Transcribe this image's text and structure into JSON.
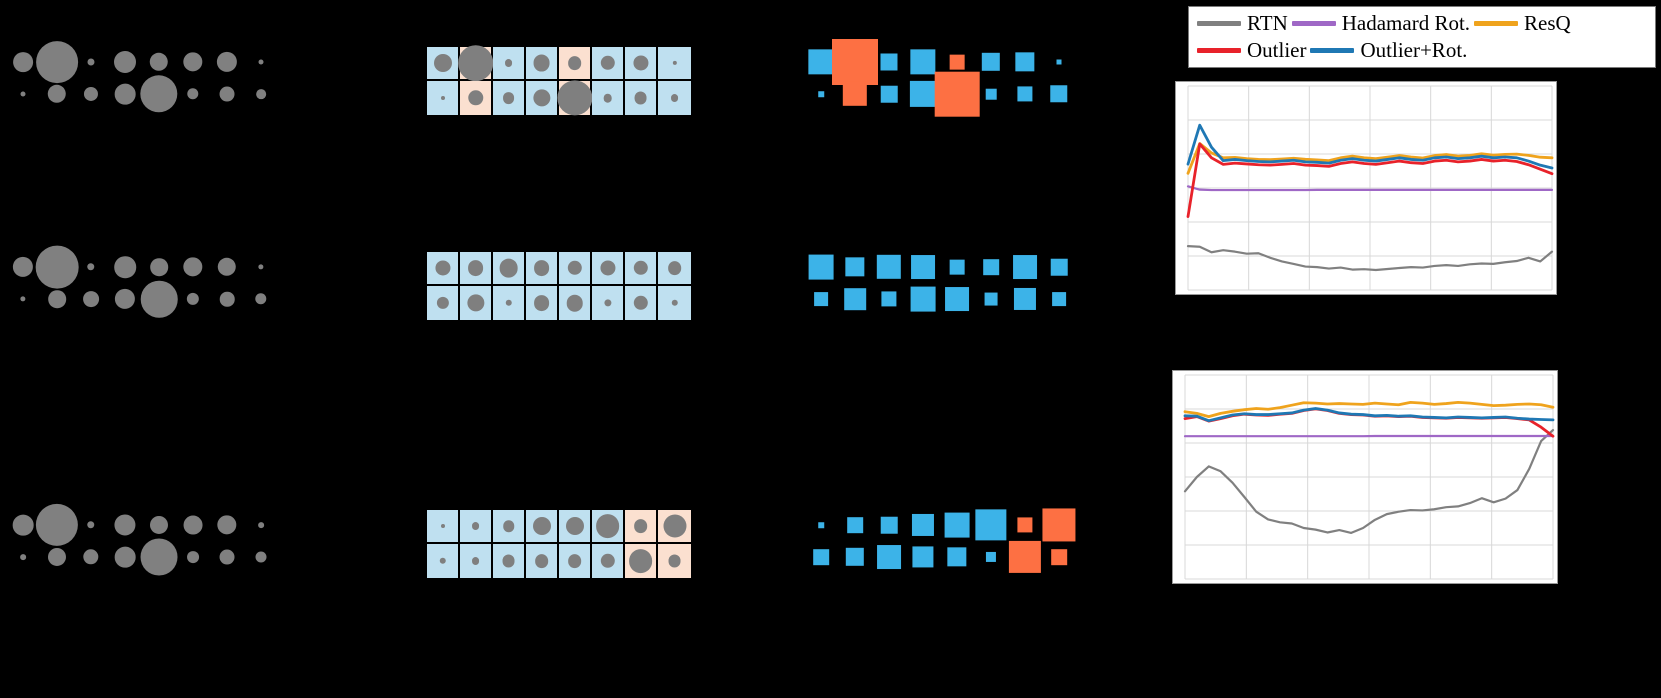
{
  "figure": {
    "background": "#000000",
    "colors": {
      "bubble_grey": "#808080",
      "cell_blue": "#bfe0f0",
      "cell_peach": "#fbe0d0",
      "marker_blue": "#3cb3e8",
      "marker_orange": "#fd7043",
      "rtn": "#808080",
      "hadamard": "#9f68c6",
      "resq": "#efa31d",
      "outlier": "#e8222a",
      "outlier_rot": "#1f78b4",
      "grid": "#d8d8d8",
      "axis": "#9a9a9a"
    }
  },
  "legend": {
    "row1": [
      {
        "label": "RTN",
        "color": "#808080"
      },
      {
        "label": "Hadamard Rot.",
        "color": "#9f68c6"
      },
      {
        "label": "ResQ",
        "color": "#efa31d"
      }
    ],
    "row2": [
      {
        "label": "Outlier",
        "color": "#e8222a"
      },
      {
        "label": "Outlier+Rot.",
        "color": "#1f78b4"
      }
    ]
  },
  "bubble_panels": [
    {
      "name": "bubble-panel-top",
      "rows": [
        [
          0.45,
          0.95,
          0.16,
          0.5,
          0.42,
          0.44,
          0.46,
          0.1
        ],
        [
          0.1,
          0.42,
          0.32,
          0.47,
          0.85,
          0.26,
          0.34,
          0.22
        ]
      ]
    },
    {
      "name": "bubble-panel-middle",
      "rows": [
        [
          0.46,
          0.97,
          0.17,
          0.49,
          0.4,
          0.44,
          0.42,
          0.12
        ],
        [
          0.12,
          0.4,
          0.36,
          0.46,
          0.83,
          0.28,
          0.33,
          0.26
        ]
      ]
    },
    {
      "name": "bubble-panel-bottom",
      "rows": [
        [
          0.47,
          0.96,
          0.17,
          0.48,
          0.41,
          0.43,
          0.44,
          0.13
        ],
        [
          0.13,
          0.41,
          0.35,
          0.47,
          0.84,
          0.27,
          0.34,
          0.25
        ]
      ]
    }
  ],
  "heat_panels": [
    {
      "name": "heat-panel-top",
      "rows": [
        [
          {
            "fill": "#bfe0f0",
            "size": 0.5
          },
          {
            "fill": "#fbe0d0",
            "size": 0.99
          },
          {
            "fill": "#bfe0f0",
            "size": 0.22
          },
          {
            "fill": "#bfe0f0",
            "size": 0.47
          },
          {
            "fill": "#fbe0d0",
            "size": 0.38
          },
          {
            "fill": "#bfe0f0",
            "size": 0.4
          },
          {
            "fill": "#bfe0f0",
            "size": 0.42
          },
          {
            "fill": "#bfe0f0",
            "size": 0.12
          }
        ],
        [
          {
            "fill": "#bfe0f0",
            "size": 0.1
          },
          {
            "fill": "#fbe0d0",
            "size": 0.43
          },
          {
            "fill": "#bfe0f0",
            "size": 0.33
          },
          {
            "fill": "#bfe0f0",
            "size": 0.48
          },
          {
            "fill": "#fbe0d0",
            "size": 0.98
          },
          {
            "fill": "#bfe0f0",
            "size": 0.24
          },
          {
            "fill": "#bfe0f0",
            "size": 0.36
          },
          {
            "fill": "#bfe0f0",
            "size": 0.22
          }
        ]
      ]
    },
    {
      "name": "heat-panel-middle",
      "rows": [
        [
          {
            "fill": "#bfe0f0",
            "size": 0.42
          },
          {
            "fill": "#bfe0f0",
            "size": 0.44
          },
          {
            "fill": "#bfe0f0",
            "size": 0.52
          },
          {
            "fill": "#bfe0f0",
            "size": 0.44
          },
          {
            "fill": "#bfe0f0",
            "size": 0.4
          },
          {
            "fill": "#bfe0f0",
            "size": 0.42
          },
          {
            "fill": "#bfe0f0",
            "size": 0.4
          },
          {
            "fill": "#bfe0f0",
            "size": 0.38
          }
        ],
        [
          {
            "fill": "#bfe0f0",
            "size": 0.34
          },
          {
            "fill": "#bfe0f0",
            "size": 0.48
          },
          {
            "fill": "#bfe0f0",
            "size": 0.18
          },
          {
            "fill": "#bfe0f0",
            "size": 0.44
          },
          {
            "fill": "#bfe0f0",
            "size": 0.46
          },
          {
            "fill": "#bfe0f0",
            "size": 0.2
          },
          {
            "fill": "#bfe0f0",
            "size": 0.4
          },
          {
            "fill": "#bfe0f0",
            "size": 0.18
          }
        ]
      ]
    },
    {
      "name": "heat-panel-bottom",
      "rows": [
        [
          {
            "fill": "#bfe0f0",
            "size": 0.09
          },
          {
            "fill": "#bfe0f0",
            "size": 0.22
          },
          {
            "fill": "#bfe0f0",
            "size": 0.32
          },
          {
            "fill": "#bfe0f0",
            "size": 0.5
          },
          {
            "fill": "#bfe0f0",
            "size": 0.5
          },
          {
            "fill": "#bfe0f0",
            "size": 0.66
          },
          {
            "fill": "#fbe0d0",
            "size": 0.38
          },
          {
            "fill": "#fbe0d0",
            "size": 0.64
          }
        ],
        [
          {
            "fill": "#bfe0f0",
            "size": 0.18
          },
          {
            "fill": "#bfe0f0",
            "size": 0.22
          },
          {
            "fill": "#bfe0f0",
            "size": 0.36
          },
          {
            "fill": "#bfe0f0",
            "size": 0.38
          },
          {
            "fill": "#bfe0f0",
            "size": 0.38
          },
          {
            "fill": "#bfe0f0",
            "size": 0.4
          },
          {
            "fill": "#fbe0d0",
            "size": 0.66
          },
          {
            "fill": "#fbe0d0",
            "size": 0.36
          }
        ]
      ]
    }
  ],
  "square_panels": [
    {
      "name": "square-panel-top",
      "rows": [
        [
          {
            "color": "#3cb3e8",
            "size": 0.55
          },
          {
            "color": "#fd7043",
            "size": 1.0
          },
          {
            "color": "#3cb3e8",
            "size": 0.37
          },
          {
            "color": "#3cb3e8",
            "size": 0.55
          },
          {
            "color": "#fd7043",
            "size": 0.32
          },
          {
            "color": "#3cb3e8",
            "size": 0.4
          },
          {
            "color": "#3cb3e8",
            "size": 0.42
          },
          {
            "color": "#3cb3e8",
            "size": 0.09
          }
        ],
        [
          {
            "color": "#3cb3e8",
            "size": 0.12
          },
          {
            "color": "#fd7043",
            "size": 0.53
          },
          {
            "color": "#3cb3e8",
            "size": 0.36
          },
          {
            "color": "#3cb3e8",
            "size": 0.57
          },
          {
            "color": "#fd7043",
            "size": 0.97
          },
          {
            "color": "#3cb3e8",
            "size": 0.23
          },
          {
            "color": "#3cb3e8",
            "size": 0.33
          },
          {
            "color": "#3cb3e8",
            "size": 0.38
          }
        ]
      ]
    },
    {
      "name": "square-panel-middle",
      "rows": [
        [
          {
            "color": "#3cb3e8",
            "size": 0.54
          },
          {
            "color": "#3cb3e8",
            "size": 0.42
          },
          {
            "color": "#3cb3e8",
            "size": 0.53
          },
          {
            "color": "#3cb3e8",
            "size": 0.52
          },
          {
            "color": "#3cb3e8",
            "size": 0.32
          },
          {
            "color": "#3cb3e8",
            "size": 0.34
          },
          {
            "color": "#3cb3e8",
            "size": 0.52
          },
          {
            "color": "#3cb3e8",
            "size": 0.36
          }
        ],
        [
          {
            "color": "#3cb3e8",
            "size": 0.3
          },
          {
            "color": "#3cb3e8",
            "size": 0.47
          },
          {
            "color": "#3cb3e8",
            "size": 0.33
          },
          {
            "color": "#3cb3e8",
            "size": 0.54
          },
          {
            "color": "#3cb3e8",
            "size": 0.52
          },
          {
            "color": "#3cb3e8",
            "size": 0.28
          },
          {
            "color": "#3cb3e8",
            "size": 0.48
          },
          {
            "color": "#3cb3e8",
            "size": 0.3
          }
        ]
      ]
    },
    {
      "name": "square-panel-bottom",
      "rows": [
        [
          {
            "color": "#3cb3e8",
            "size": 0.12
          },
          {
            "color": "#3cb3e8",
            "size": 0.34
          },
          {
            "color": "#3cb3e8",
            "size": 0.36
          },
          {
            "color": "#3cb3e8",
            "size": 0.48
          },
          {
            "color": "#3cb3e8",
            "size": 0.54
          },
          {
            "color": "#3cb3e8",
            "size": 0.68
          },
          {
            "color": "#fd7043",
            "size": 0.33
          },
          {
            "color": "#fd7043",
            "size": 0.72
          }
        ],
        [
          {
            "color": "#3cb3e8",
            "size": 0.34
          },
          {
            "color": "#3cb3e8",
            "size": 0.4
          },
          {
            "color": "#3cb3e8",
            "size": 0.52
          },
          {
            "color": "#3cb3e8",
            "size": 0.46
          },
          {
            "color": "#3cb3e8",
            "size": 0.42
          },
          {
            "color": "#3cb3e8",
            "size": 0.22
          },
          {
            "color": "#fd7043",
            "size": 0.7
          },
          {
            "color": "#fd7043",
            "size": 0.34
          }
        ]
      ]
    }
  ],
  "chart_data": [
    {
      "type": "line",
      "name": "chart-top",
      "title": "",
      "xlabel": "",
      "ylabel": "",
      "grid": true,
      "legend_position": "above",
      "xlim": [
        0,
        31
      ],
      "ylim": [
        0,
        1
      ],
      "x": [
        0,
        1,
        2,
        3,
        4,
        5,
        6,
        7,
        8,
        9,
        10,
        11,
        12,
        13,
        14,
        15,
        16,
        17,
        18,
        19,
        20,
        21,
        22,
        23,
        24,
        25,
        26,
        27,
        28,
        29,
        30,
        31
      ],
      "series": [
        {
          "name": "RTN",
          "color": "#808080",
          "values": [
            0.215,
            0.212,
            0.185,
            0.195,
            0.188,
            0.178,
            0.18,
            0.158,
            0.14,
            0.128,
            0.115,
            0.112,
            0.105,
            0.11,
            0.1,
            0.102,
            0.098,
            0.103,
            0.108,
            0.112,
            0.11,
            0.118,
            0.122,
            0.118,
            0.126,
            0.13,
            0.128,
            0.136,
            0.142,
            0.158,
            0.14,
            0.188
          ]
        },
        {
          "name": "Hadamard Rot.",
          "color": "#9f68c6",
          "values": [
            0.508,
            0.492,
            0.49,
            0.49,
            0.49,
            0.49,
            0.49,
            0.49,
            0.49,
            0.49,
            0.49,
            0.491,
            0.491,
            0.491,
            0.491,
            0.491,
            0.491,
            0.491,
            0.491,
            0.491,
            0.491,
            0.491,
            0.491,
            0.491,
            0.491,
            0.491,
            0.491,
            0.491,
            0.491,
            0.491,
            0.491,
            0.491
          ]
        },
        {
          "name": "ResQ",
          "color": "#efa31d",
          "values": [
            0.572,
            0.718,
            0.672,
            0.648,
            0.65,
            0.644,
            0.64,
            0.639,
            0.642,
            0.646,
            0.641,
            0.638,
            0.634,
            0.648,
            0.656,
            0.648,
            0.644,
            0.651,
            0.659,
            0.652,
            0.647,
            0.659,
            0.664,
            0.656,
            0.66,
            0.668,
            0.661,
            0.665,
            0.666,
            0.66,
            0.651,
            0.648
          ]
        },
        {
          "name": "Outlier",
          "color": "#e8222a",
          "values": [
            0.36,
            0.716,
            0.648,
            0.616,
            0.622,
            0.618,
            0.614,
            0.612,
            0.616,
            0.62,
            0.612,
            0.61,
            0.606,
            0.62,
            0.628,
            0.62,
            0.616,
            0.624,
            0.632,
            0.624,
            0.62,
            0.632,
            0.636,
            0.628,
            0.632,
            0.64,
            0.632,
            0.636,
            0.63,
            0.614,
            0.592,
            0.57
          ]
        },
        {
          "name": "Outlier+Rot.",
          "color": "#1f78b4",
          "values": [
            0.617,
            0.808,
            0.7,
            0.634,
            0.64,
            0.634,
            0.63,
            0.628,
            0.632,
            0.636,
            0.628,
            0.626,
            0.622,
            0.636,
            0.644,
            0.636,
            0.632,
            0.64,
            0.648,
            0.64,
            0.636,
            0.648,
            0.652,
            0.644,
            0.648,
            0.656,
            0.648,
            0.652,
            0.648,
            0.632,
            0.612,
            0.598
          ]
        }
      ]
    },
    {
      "type": "line",
      "name": "chart-bottom",
      "title": "",
      "xlabel": "",
      "ylabel": "",
      "grid": true,
      "legend_position": "above",
      "xlim": [
        0,
        31
      ],
      "ylim": [
        0,
        1
      ],
      "x": [
        0,
        1,
        2,
        3,
        4,
        5,
        6,
        7,
        8,
        9,
        10,
        11,
        12,
        13,
        14,
        15,
        16,
        17,
        18,
        19,
        20,
        21,
        22,
        23,
        24,
        25,
        26,
        27,
        28,
        29,
        30,
        31
      ],
      "series": [
        {
          "name": "RTN",
          "color": "#808080",
          "values": [
            0.43,
            0.5,
            0.552,
            0.528,
            0.472,
            0.402,
            0.33,
            0.292,
            0.278,
            0.272,
            0.25,
            0.242,
            0.228,
            0.24,
            0.226,
            0.25,
            0.29,
            0.318,
            0.33,
            0.338,
            0.336,
            0.342,
            0.352,
            0.356,
            0.372,
            0.396,
            0.376,
            0.394,
            0.436,
            0.54,
            0.676,
            0.73
          ]
        },
        {
          "name": "Hadamard Rot.",
          "color": "#9f68c6",
          "values": [
            0.7,
            0.7,
            0.7,
            0.7,
            0.7,
            0.7,
            0.7,
            0.7,
            0.7,
            0.7,
            0.7,
            0.7,
            0.7,
            0.7,
            0.7,
            0.7,
            0.701,
            0.701,
            0.701,
            0.701,
            0.701,
            0.701,
            0.701,
            0.701,
            0.701,
            0.701,
            0.701,
            0.701,
            0.701,
            0.701,
            0.701,
            0.701
          ]
        },
        {
          "name": "ResQ",
          "color": "#efa31d",
          "values": [
            0.82,
            0.812,
            0.796,
            0.812,
            0.822,
            0.83,
            0.836,
            0.832,
            0.84,
            0.852,
            0.864,
            0.862,
            0.858,
            0.86,
            0.858,
            0.856,
            0.862,
            0.858,
            0.854,
            0.866,
            0.862,
            0.856,
            0.86,
            0.866,
            0.862,
            0.856,
            0.85,
            0.852,
            0.856,
            0.858,
            0.854,
            0.842
          ]
        },
        {
          "name": "Outlier",
          "color": "#e8222a",
          "values": [
            0.786,
            0.796,
            0.774,
            0.786,
            0.8,
            0.808,
            0.804,
            0.802,
            0.808,
            0.812,
            0.826,
            0.834,
            0.826,
            0.812,
            0.806,
            0.804,
            0.798,
            0.8,
            0.796,
            0.798,
            0.792,
            0.79,
            0.788,
            0.792,
            0.79,
            0.788,
            0.79,
            0.792,
            0.786,
            0.78,
            0.744,
            0.7
          ]
        },
        {
          "name": "Outlier+Rot.",
          "color": "#1f78b4",
          "values": [
            0.8,
            0.798,
            0.776,
            0.79,
            0.804,
            0.81,
            0.806,
            0.806,
            0.81,
            0.814,
            0.828,
            0.836,
            0.828,
            0.814,
            0.808,
            0.806,
            0.8,
            0.802,
            0.798,
            0.8,
            0.794,
            0.792,
            0.79,
            0.794,
            0.792,
            0.79,
            0.792,
            0.794,
            0.788,
            0.784,
            0.782,
            0.78
          ]
        }
      ]
    }
  ]
}
